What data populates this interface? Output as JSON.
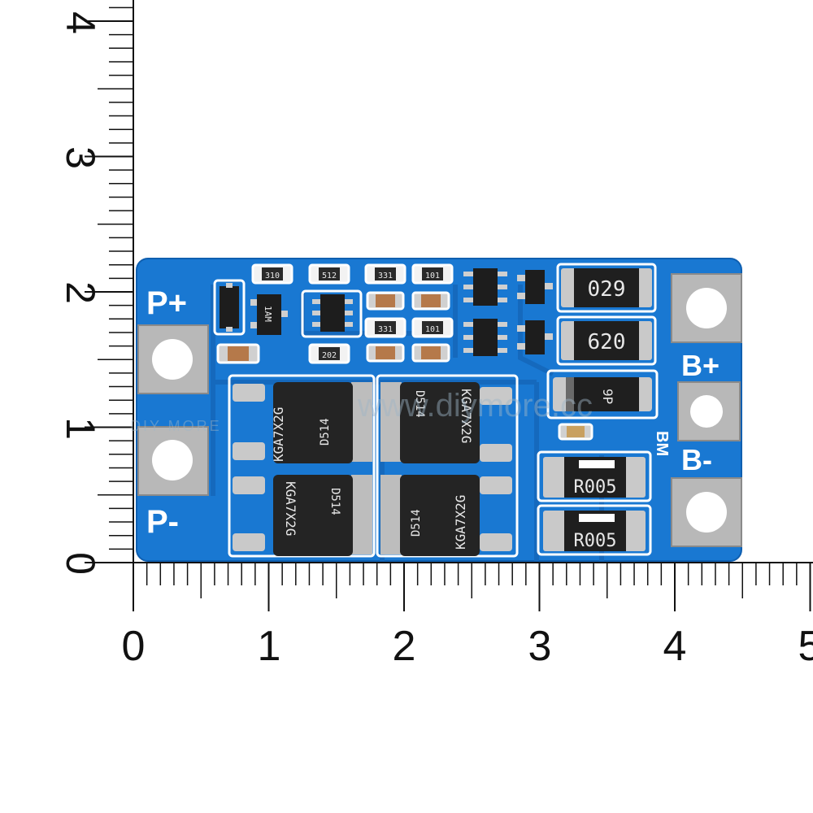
{
  "ruler": {
    "unit_ticks": 10,
    "y_labels": [
      "0",
      "1",
      "2",
      "3",
      "4"
    ],
    "x_labels": [
      "0",
      "1",
      "2",
      "3",
      "4",
      "5"
    ]
  },
  "board": {
    "color": "#1a7ad4",
    "labels": {
      "p_plus": "P+",
      "p_minus": "P-",
      "b_plus": "B+",
      "b_minus": "B-",
      "bm": "BM"
    },
    "mosfets": [
      {
        "code": "KGA7X2G",
        "lot": "D514"
      },
      {
        "code": "KGA7X2G",
        "lot": "D514"
      },
      {
        "code": "KGA7X2G",
        "lot": "D514"
      },
      {
        "code": "KGA7X2G",
        "lot": "D514"
      }
    ],
    "resistors_large": [
      "029",
      "620"
    ],
    "shunts": [
      "R005",
      "R005"
    ],
    "small_resistors": [
      "310",
      "512",
      "331",
      "101",
      "331",
      "101",
      "202"
    ],
    "diode_mark": "9P",
    "sot_mark": "1AM"
  },
  "watermark": {
    "brand": "DIY MORE",
    "url": "www.diymore.cc"
  }
}
